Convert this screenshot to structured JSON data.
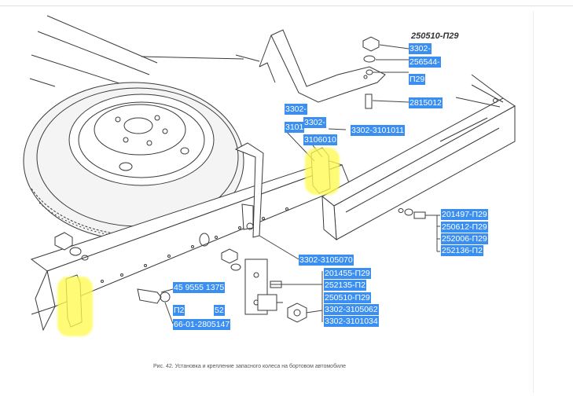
{
  "figure": {
    "caption": "Рис. 42. Установка и крепление запасного колеса на бортовом автомобиле",
    "header_label": "250510-П29"
  },
  "callouts": {
    "c1": "3302-",
    "c2": "256544-",
    "c3": "П29",
    "c4": "2815012",
    "c5": "3302-",
    "c6": "3101",
    "c7": "3302-",
    "c8": "3106010",
    "c9": "3302-3101011",
    "c10": "201497-П29",
    "c11": "250612-П29",
    "c12": "252006-П29",
    "c13": "252136-П2",
    "c14": "3302-3105070",
    "c15": "201455-П29",
    "c16": "252135-П2",
    "c17": "250510-П29",
    "c18": "3302-3105062",
    "c19": "3302-3101034",
    "c20": "45 9555 1375",
    "c21": "П2",
    "c22": "52",
    "c23": "66-01-2805147"
  },
  "colors": {
    "callout_bg": "#3b8ff0",
    "highlight": "#fff950",
    "line": "#333333"
  }
}
